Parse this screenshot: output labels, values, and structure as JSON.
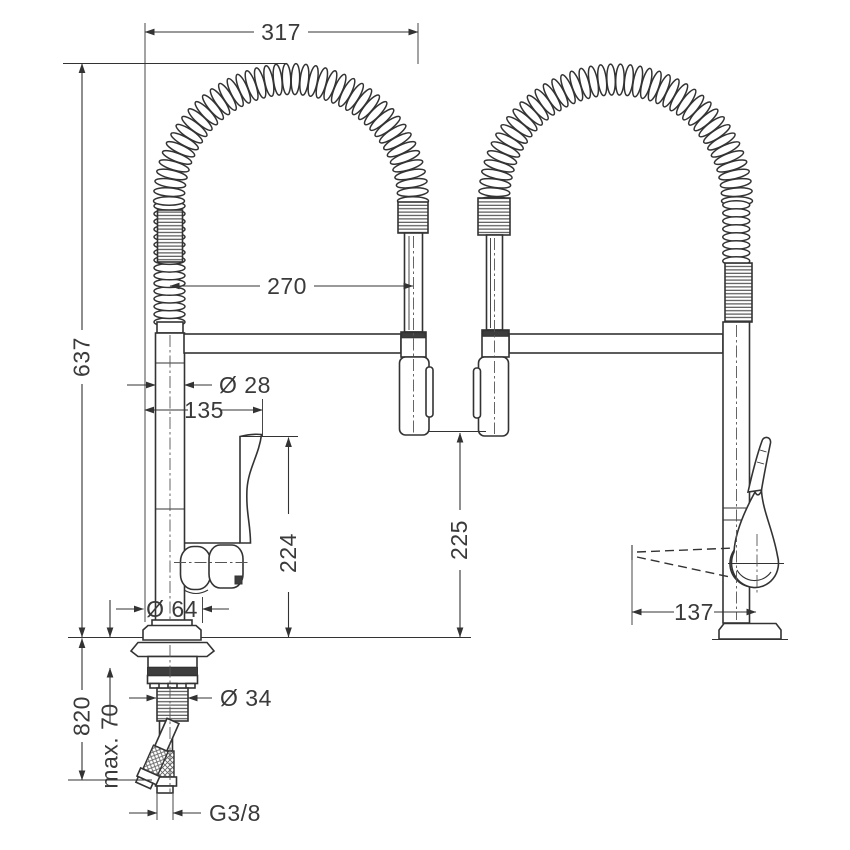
{
  "drawing": {
    "background": "#ffffff",
    "line_color": "#333333",
    "dimensions": {
      "spout_width": "317",
      "spray_to_column": "270",
      "height_above_deck": "637",
      "column_diameter": "Ø 28",
      "handle_offset": "135",
      "handle_height": "224",
      "base_diameter": "Ø 64",
      "hose_length": "820",
      "max_counter_thickness": "max. 70",
      "shank_diameter": "Ø 34",
      "hose_connection": "G3/8",
      "spray_clearance": "225",
      "lever_reach": "137"
    }
  }
}
